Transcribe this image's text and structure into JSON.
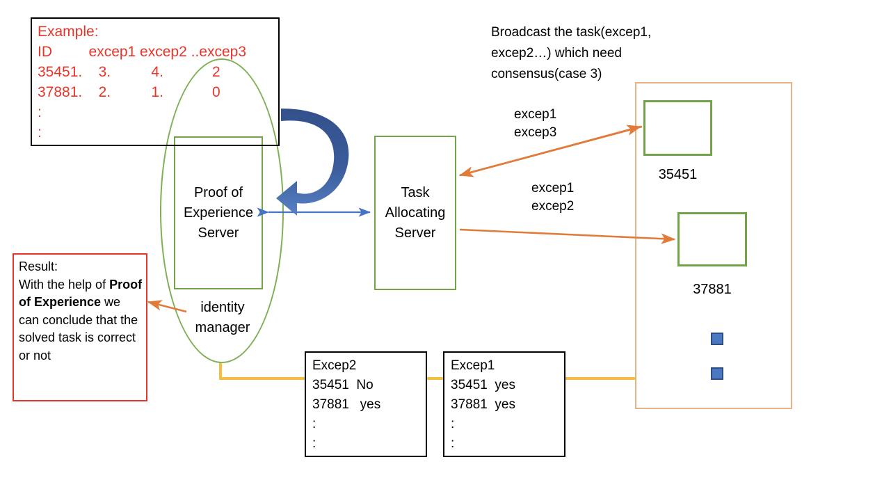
{
  "diagram": {
    "title": "Proof of Experience / Task Allocation consensus diagram",
    "colors": {
      "red": "#E8352B",
      "green": "#72A34A",
      "orange_arrow": "#E07B39",
      "orange_panel": "#E8B287",
      "blue_arrow": "#4472C4",
      "blue_curve": "#3C5FA0",
      "yellow": "#F5BE41",
      "black": "#000000"
    }
  },
  "example_box": {
    "name": "Example table",
    "text": "Example:\nID         excep1 excep2 ..excep3\n35451.    3.          4.            2\n37881.    2.          1.            0\n:\n:"
  },
  "broadcast_note": {
    "text": "Broadcast  the task(excep1, excep2…) which need consensus(case 3)"
  },
  "identity_manager": {
    "label": "identity\nmanager"
  },
  "servers": {
    "proof_of_experience": {
      "label": "Proof of\nExperience\nServer"
    },
    "task_allocating": {
      "label": "Task\nAllocating\nServer"
    }
  },
  "result_box": {
    "heading": "Result:",
    "line1": "With the help of ",
    "bold": "Proof of Experience",
    "line2": " we can conclude that the solved task is correct or not"
  },
  "arrow_labels": {
    "upper": "excep1\nexcep3",
    "lower": "excep1\nexcep2"
  },
  "network_panel": {
    "nodes": [
      {
        "id": "35451",
        "label": "35451"
      },
      {
        "id": "37881",
        "label": "37881"
      }
    ],
    "extra_markers": 2
  },
  "excep_boxes": [
    {
      "name": "excep2",
      "title": "Excep2",
      "text": "Excep2\n35451  No\n37881   yes\n:\n:"
    },
    {
      "name": "excep1",
      "title": "Excep1",
      "text": "Excep1\n35451  yes\n37881  yes\n:\n:"
    }
  ]
}
